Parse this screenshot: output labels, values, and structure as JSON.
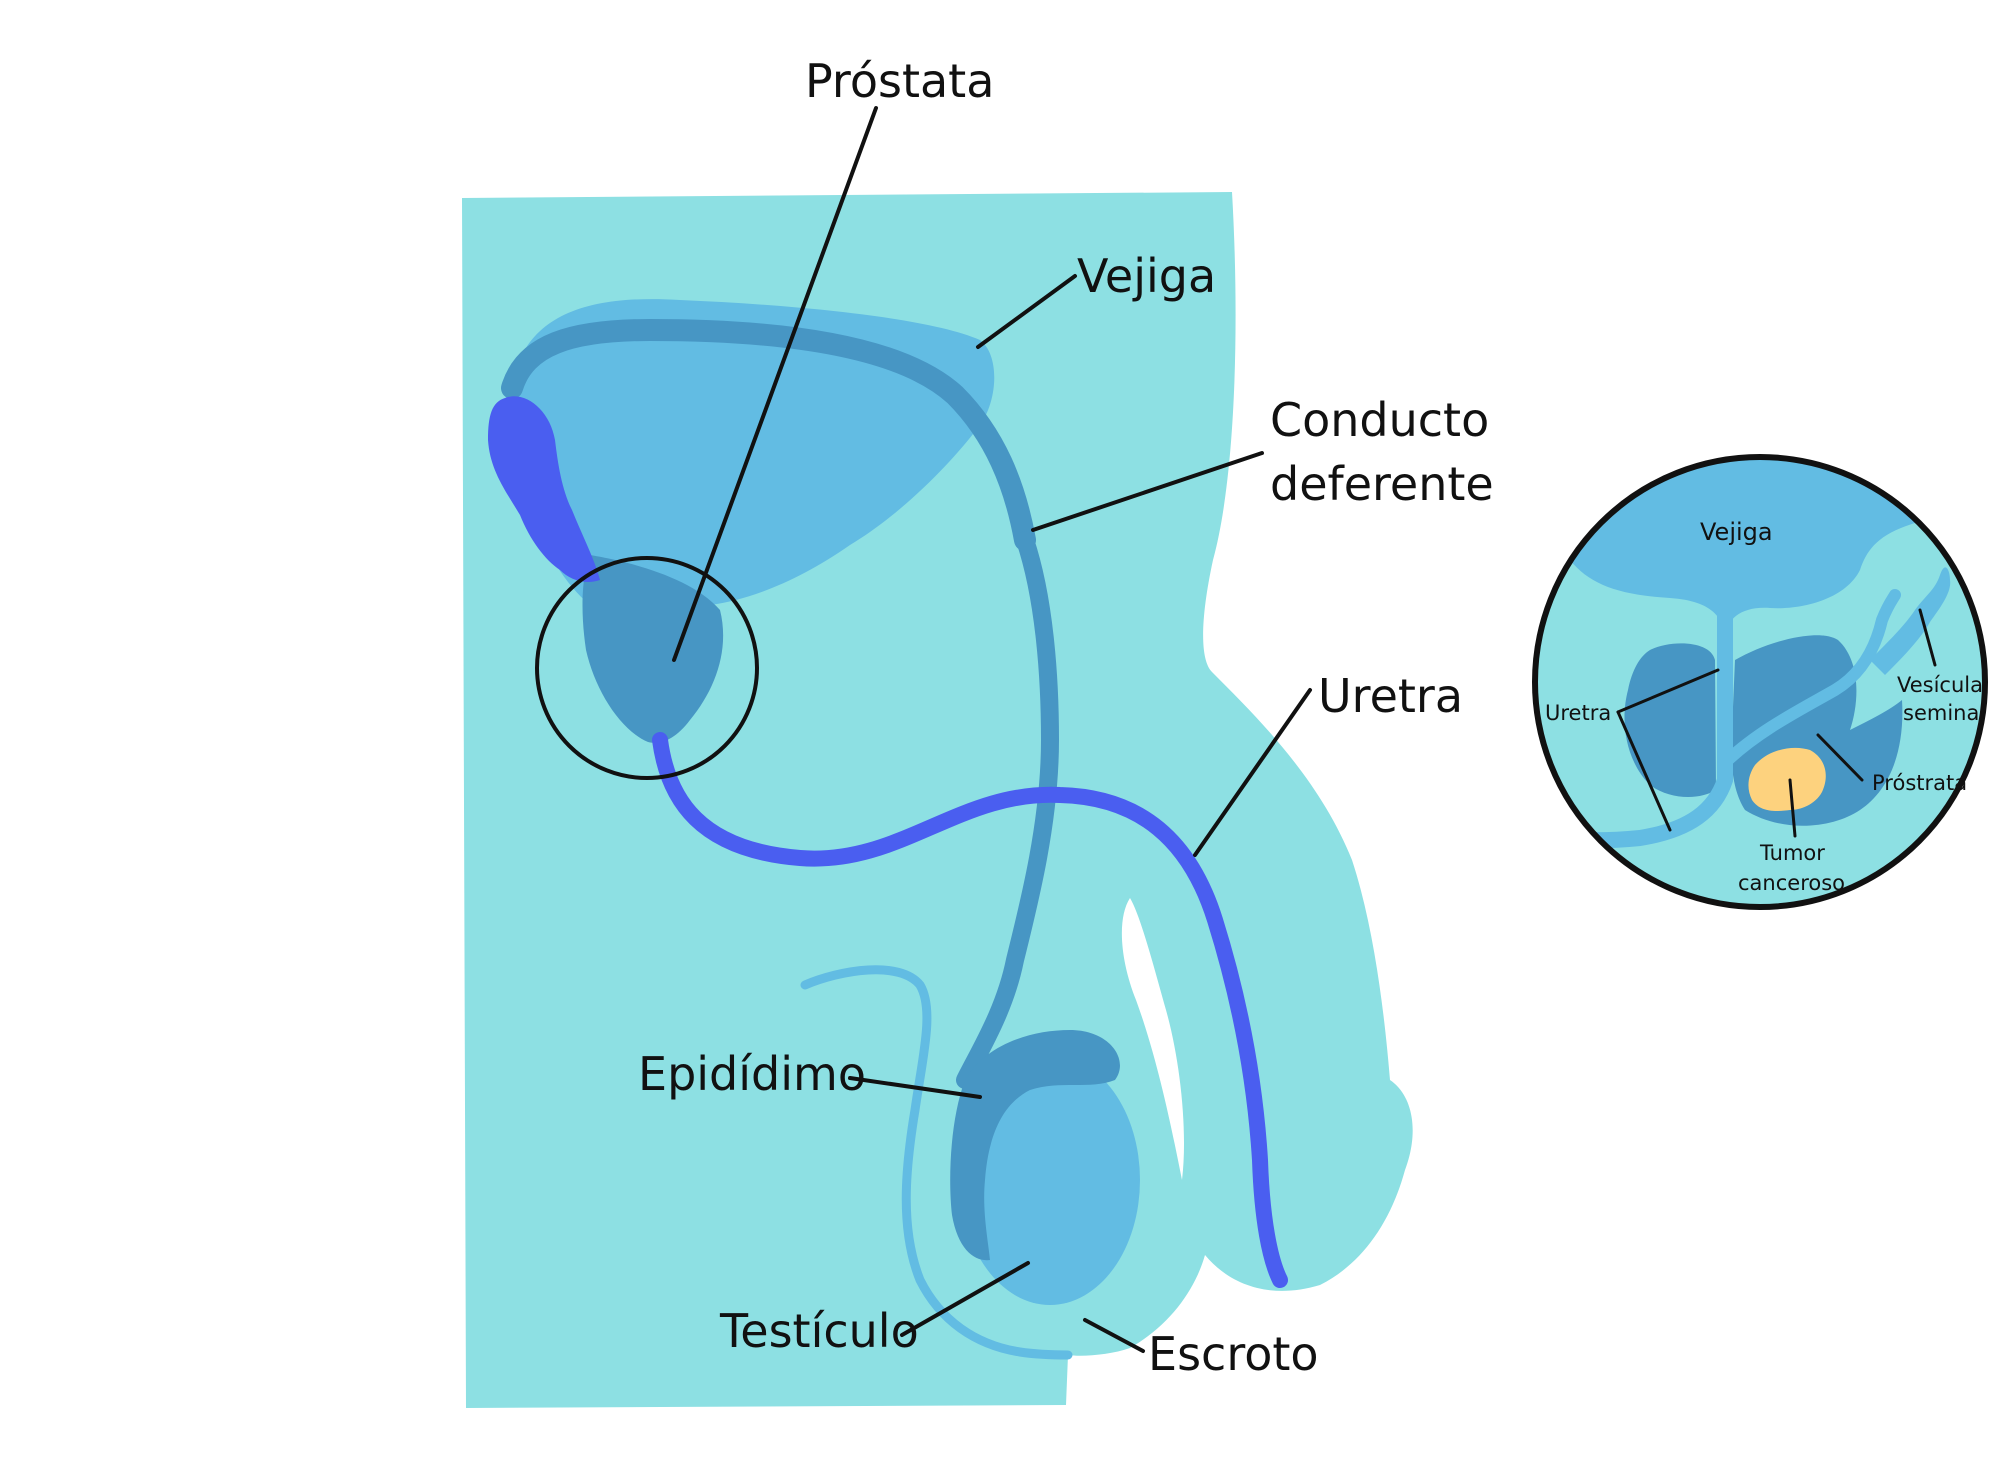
{
  "colors": {
    "body": "#8de0e3",
    "organ": "#62bce3",
    "duct": "#4796c4",
    "urethra": "#4a5ef0",
    "tumor": "#fdd27e",
    "outline": "#111111"
  },
  "labels": {
    "prostata": "Próstata",
    "vejiga": "Vejiga",
    "conducto_line1": "Conducto",
    "conducto_line2": "deferente",
    "uretra": "Uretra",
    "epididimo": "Epidídimo",
    "testiculo": "Testículo",
    "escroto": "Escroto"
  },
  "inset": {
    "vejiga": "Vejiga",
    "uretra": "Uretra",
    "vesicula_line1": "Vesícula",
    "vesicula_line2": "seminal",
    "prostrata": "Próstrata",
    "tumor_line1": "Tumor",
    "tumor_line2": "canceroso"
  }
}
